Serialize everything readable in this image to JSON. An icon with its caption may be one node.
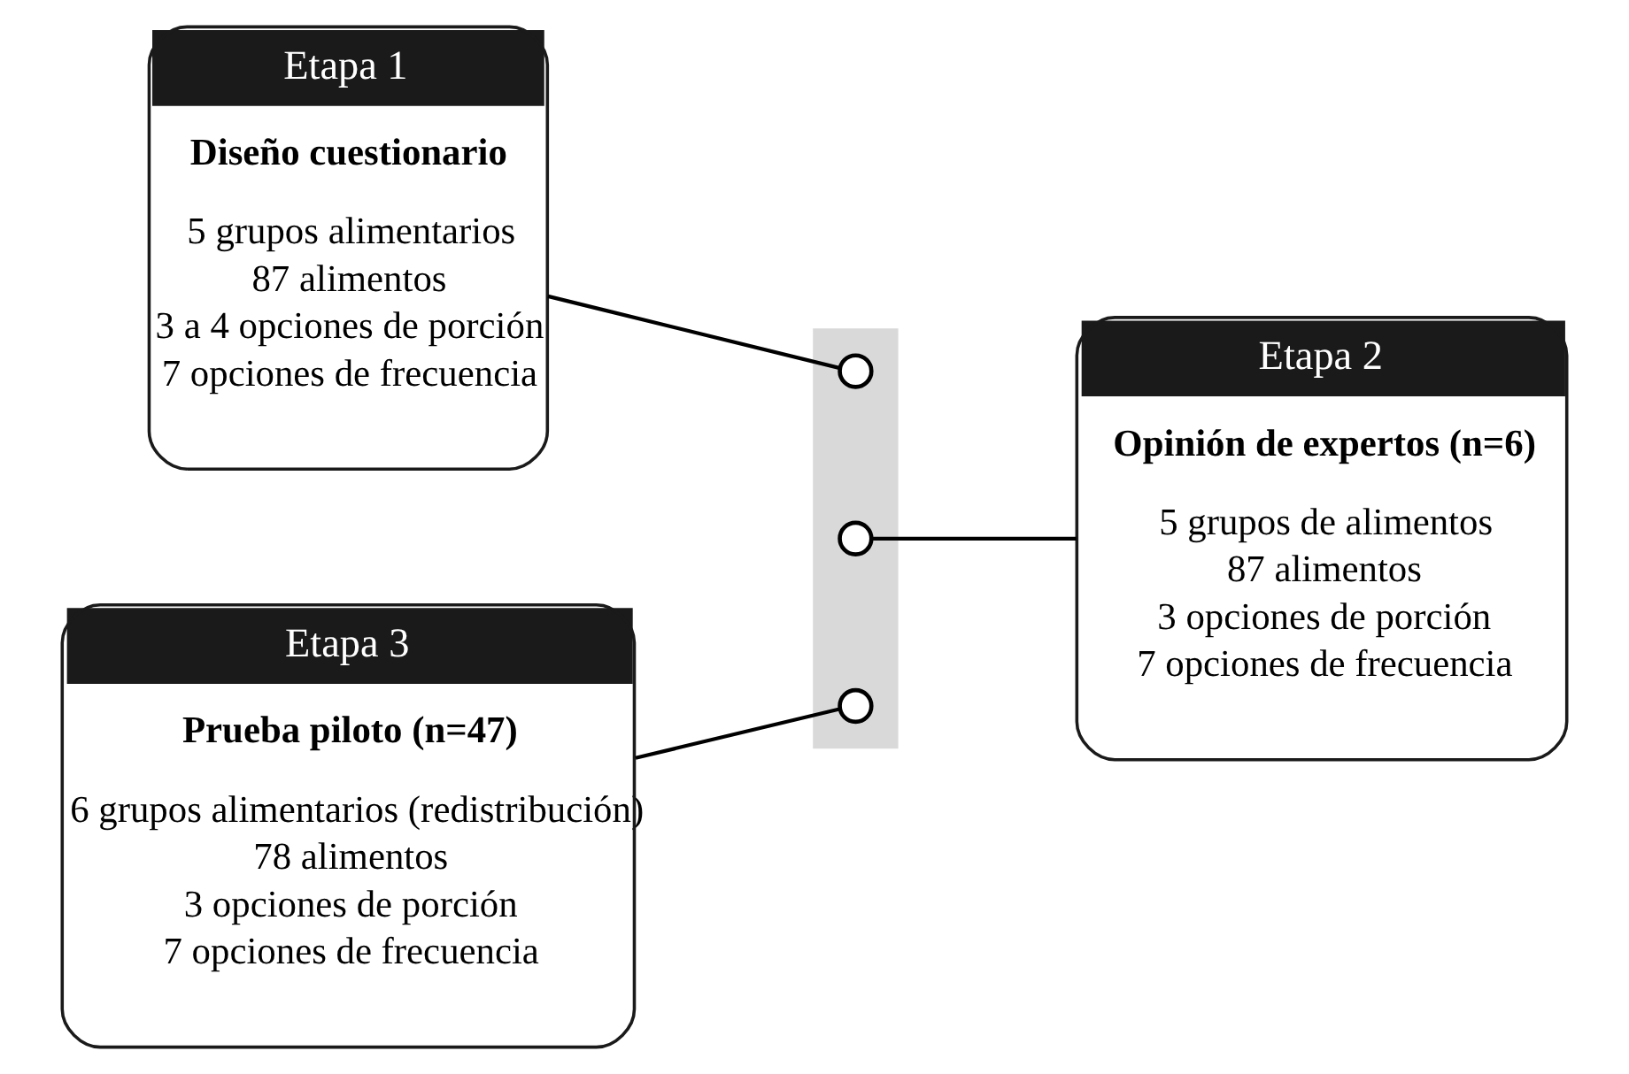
{
  "diagram": {
    "nodes": [
      {
        "text": [],
        "shape": "arrow"
      },
      {
        "text": [
          "Etapa 1",
          "Diseño cuestionario",
          "5 grupos alimentarios",
          "87 alimentos",
          "3 a 4 opciones de porción",
          "7 opciones de frecuencia"
        ]
      },
      {
        "text": [],
        "shape": "circle",
        "in": 0
      },
      {
        "text": [],
        "shape": "circle",
        "in": 0
      },
      {
        "text": [
          "Etapa 2",
          "Opinión de expertos (n=6)",
          "5 grupos de alimentos",
          "87 alimentos",
          "3 opciones de porción",
          "7 opciones de frecuencia"
        ]
      },
      {
        "text": [
          "Etapa 3",
          "Prueba piloto (n=47)",
          "6 grupos alimentarios (redistribución)",
          "78 alimentos",
          "3 opciones de porción",
          "7 opciones de frecuencia"
        ]
      },
      {
        "text": [],
        "shape": "circle",
        "in": 0
      }
    ],
    "edges": [
      {
        "from": 1,
        "to": 2,
        "arrow": "none"
      },
      {
        "from": 3,
        "to": 4,
        "arrow": "none"
      },
      {
        "from": 5,
        "to": 6,
        "arrow": "none"
      }
    ]
  }
}
